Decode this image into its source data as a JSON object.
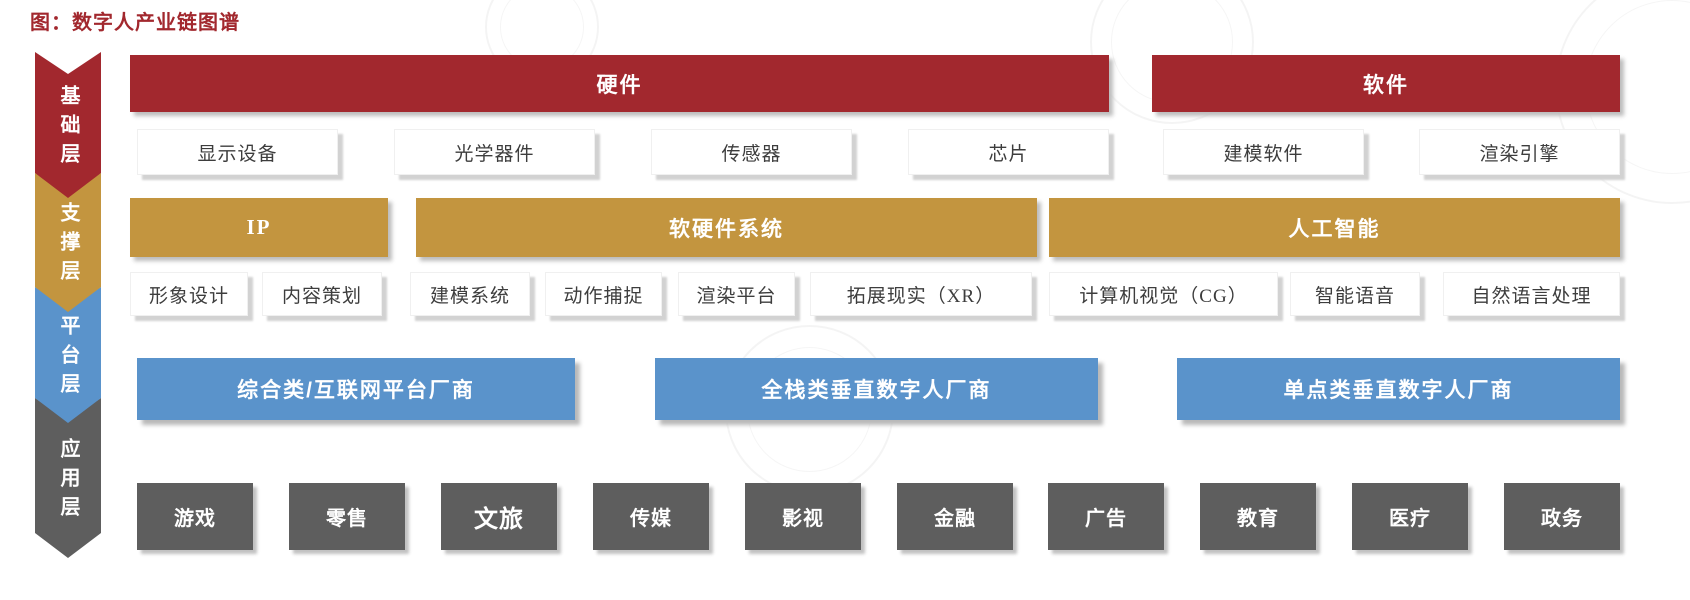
{
  "title": "图：数字人产业链图谱",
  "colors": {
    "red": "#A2282E",
    "gold": "#C3953F",
    "blue": "#5A93CB",
    "gray": "#5E5E5E"
  },
  "layers": [
    {
      "id": "base",
      "label": "基础层"
    },
    {
      "id": "support",
      "label": "支撑层"
    },
    {
      "id": "platform",
      "label": "平台层"
    },
    {
      "id": "application",
      "label": "应用层"
    }
  ],
  "base_layer": {
    "headers": [
      "硬件",
      "软件"
    ],
    "hardware_items": [
      "显示设备",
      "光学器件",
      "传感器",
      "芯片"
    ],
    "software_items": [
      "建模软件",
      "渲染引擎"
    ]
  },
  "support_layer": {
    "headers": [
      "IP",
      "软硬件系统",
      "人工智能"
    ],
    "items": [
      "形象设计",
      "内容策划",
      "建模系统",
      "动作捕捉",
      "渲染平台",
      "拓展现实（XR）",
      "计算机视觉（CG）",
      "智能语音",
      "自然语言处理"
    ]
  },
  "platform_layer": {
    "items": [
      "综合类/互联网平台厂商",
      "全栈类垂直数字人厂商",
      "单点类垂直数字人厂商"
    ]
  },
  "application_layer": {
    "items": [
      "游戏",
      "零售",
      "文旅",
      "传媒",
      "影视",
      "金融",
      "广告",
      "教育",
      "医疗",
      "政务"
    ]
  }
}
